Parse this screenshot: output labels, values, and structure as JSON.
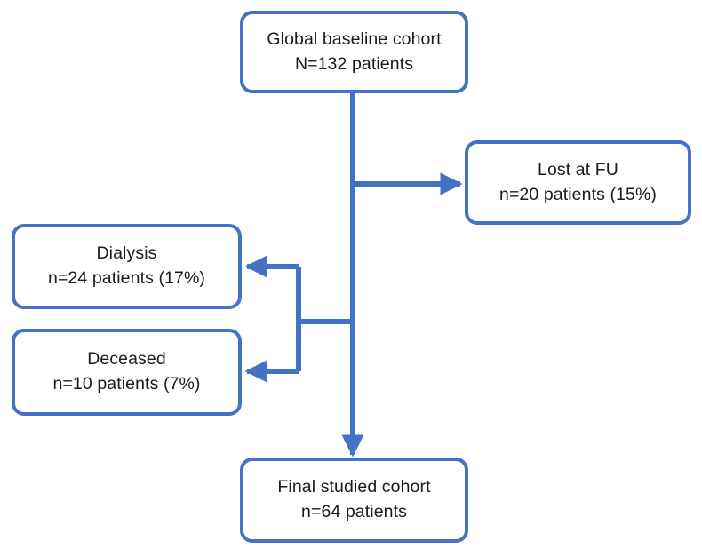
{
  "diagram": {
    "title": "Patient cohort flow diagram",
    "accent_color": "#4472C4",
    "text_color": "#1a1a1a",
    "background_color": "#ffffff",
    "nodes": [
      {
        "id": "baseline",
        "name": "global-baseline-cohort",
        "line1": "Global baseline cohort",
        "line2": "N=132 patients"
      },
      {
        "id": "lost",
        "name": "lost-at-fu",
        "line1": "Lost at FU",
        "line2": "n=20 patients (15%)"
      },
      {
        "id": "dialysis",
        "name": "dialysis",
        "line1": "Dialysis",
        "line2": "n=24 patients (17%)"
      },
      {
        "id": "deceased",
        "name": "deceased",
        "line1": "Deceased",
        "line2": "n=10 patients (7%)"
      },
      {
        "id": "final",
        "name": "final-studied-cohort",
        "line1": "Final studied cohort",
        "line2": "n=64 patients"
      }
    ],
    "connectors": [
      {
        "name": "baseline-to-lost-connector",
        "from": "baseline",
        "to": "lost",
        "direction": "right"
      },
      {
        "name": "baseline-to-dialysis-connector",
        "from": "baseline",
        "to": "dialysis",
        "direction": "left"
      },
      {
        "name": "baseline-to-deceased-connector",
        "from": "baseline",
        "to": "deceased",
        "direction": "left"
      },
      {
        "name": "baseline-to-final-connector",
        "from": "baseline",
        "to": "final",
        "direction": "down"
      }
    ]
  },
  "chart_data": {
    "type": "diagram",
    "title": "Patient cohort flow diagram",
    "nodes": [
      {
        "label": "Global baseline cohort",
        "n": 132,
        "percent": null,
        "prefix": "N"
      },
      {
        "label": "Lost at FU",
        "n": 20,
        "percent": 15,
        "prefix": "n"
      },
      {
        "label": "Dialysis",
        "n": 24,
        "percent": 17,
        "prefix": "n"
      },
      {
        "label": "Deceased",
        "n": 10,
        "percent": 7,
        "prefix": "n"
      },
      {
        "label": "Final studied cohort",
        "n": 64,
        "percent": null,
        "prefix": "n"
      }
    ],
    "edges": [
      {
        "from": "Global baseline cohort",
        "to": "Lost at FU"
      },
      {
        "from": "Global baseline cohort",
        "to": "Dialysis"
      },
      {
        "from": "Global baseline cohort",
        "to": "Deceased"
      },
      {
        "from": "Global baseline cohort",
        "to": "Final studied cohort"
      }
    ]
  }
}
